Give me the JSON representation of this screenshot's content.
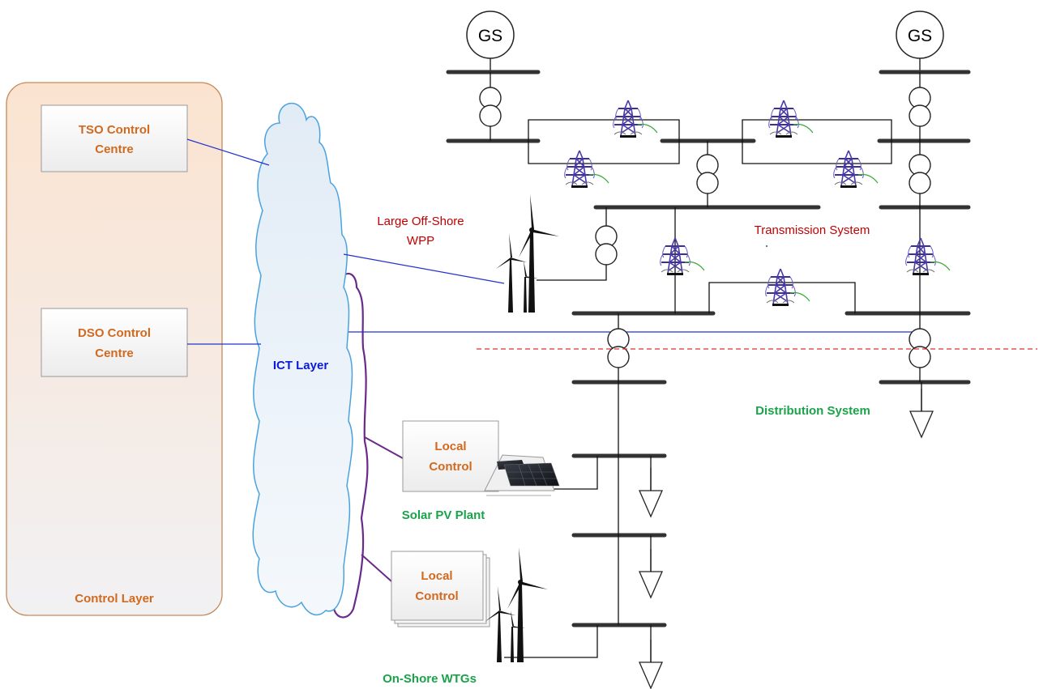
{
  "control_layer": {
    "title": "Control Layer"
  },
  "tso_centre": {
    "line1": "TSO Control",
    "line2": "Centre"
  },
  "dso_centre": {
    "line1": "DSO Control",
    "line2": "Centre"
  },
  "ict_layer": {
    "label": "ICT Layer"
  },
  "generator_left": {
    "label": "GS"
  },
  "generator_right": {
    "label": "GS"
  },
  "offshore_wpp": {
    "line1": "Large Off-Shore",
    "line2": "WPP"
  },
  "transmission": {
    "label": "Transmission System"
  },
  "distribution": {
    "label": "Distribution System"
  },
  "local_control_pv": {
    "line1": "Local",
    "line2": "Control"
  },
  "local_control_wtg": {
    "line1": "Local",
    "line2": "Control"
  },
  "solar_plant": {
    "label": "Solar PV Plant"
  },
  "onshore_wtgs": {
    "label": "On-Shore WTGs"
  },
  "colors": {
    "control_orange": "#d2691e",
    "distribution_green": "#1aa34a",
    "transmission_red": "#c00000",
    "ict_blue": "#0a1ad6",
    "ict_link": "#2233cc",
    "local_link_purple": "#6a2a8a",
    "boundary_dash": "#e03030"
  }
}
